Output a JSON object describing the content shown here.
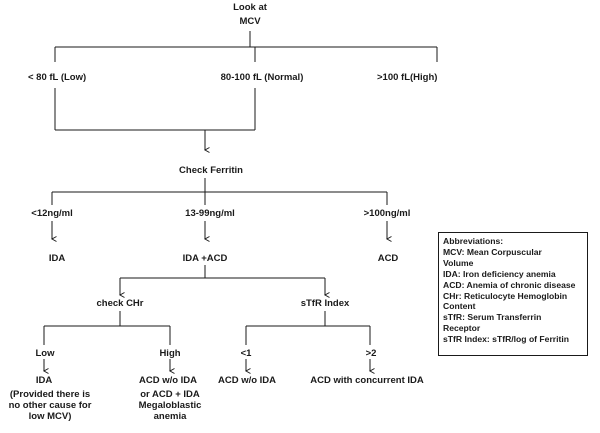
{
  "top": {
    "line1": "Look at",
    "line2": "MCV"
  },
  "mcv": {
    "low": "< 80 fL (Low)",
    "normal": "80-100 fL (Normal)",
    "high": ">100 fL(High)"
  },
  "ferritin": {
    "title": "Check Ferritin",
    "low": "<12ng/ml",
    "mid": "13-99ng/ml",
    "high": ">100ng/ml"
  },
  "ferritin_results": {
    "low": "IDA",
    "mid": "IDA +ACD",
    "high": "ACD"
  },
  "chr": {
    "title": "check CHr",
    "low": "Low",
    "high": "High",
    "low_result": "IDA",
    "low_note": "(Provided there is no other cause for low MCV)",
    "high_result": "ACD w/o IDA",
    "high_alt": "or ACD + IDA Megaloblastic anemia"
  },
  "stfr": {
    "title": "sTfR Index",
    "low": "<1",
    "high": ">2",
    "low_result": "ACD w/o IDA",
    "high_result": "ACD with concurrent IDA"
  },
  "abbreviations": {
    "title": "Abbreviations:",
    "lines": [
      "MCV: Mean Corpuscular",
      "Volume",
      "IDA: Iron deficiency anemia",
      "ACD: Anemia of chronic disease",
      "CHr: Reticulocyte Hemoglobin",
      "Content",
      "sTfR: Serum Transferrin",
      "Receptor",
      "sTfR Index: sTfR/log of Ferritin"
    ]
  }
}
